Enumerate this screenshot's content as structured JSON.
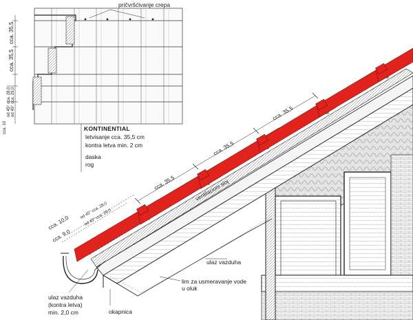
{
  "top_view": {
    "note": "pričvršćivanje crepa",
    "dims": [
      "cca. 35,5",
      "cca. 35,5",
      "cca. 10",
      "od 45° cca. 28,0",
      "od 45° cca. 29,0"
    ]
  },
  "product_block": {
    "name": "KONTINENTIAL",
    "line1": "letvisanje cca. 35,5 cm",
    "line2": "kontra letva min. 2 cm",
    "daska": "daska",
    "rog": "rog"
  },
  "roof_dims": {
    "spacing_1": "cca. 35,5",
    "spacing_2": "cca. 35,5",
    "spacing_3": "cca. 35,5",
    "angle_28": "od 45° cca. 28,0",
    "angle_29": "od 45° cca. 29,0",
    "eave_10": "cca. 10,0",
    "eave_9": "cca. 9,0"
  },
  "labels": {
    "ventilacioni_sloj": "ventilacioni sloj",
    "ulaz_vazduha_right": "ulaz vazduha",
    "lim_line1": "lim za usmeravanje vode",
    "lim_line2": "u oluk",
    "okapnica": "okapnica",
    "ulaz_line1": "ulaz vazduha",
    "ulaz_line2": "(kontra letva)",
    "ulaz_line3": "min. 2,0 cm"
  },
  "colors": {
    "tile": "#e0231c",
    "ink": "#1a1a1a",
    "insulation": "#cfcfcf"
  }
}
